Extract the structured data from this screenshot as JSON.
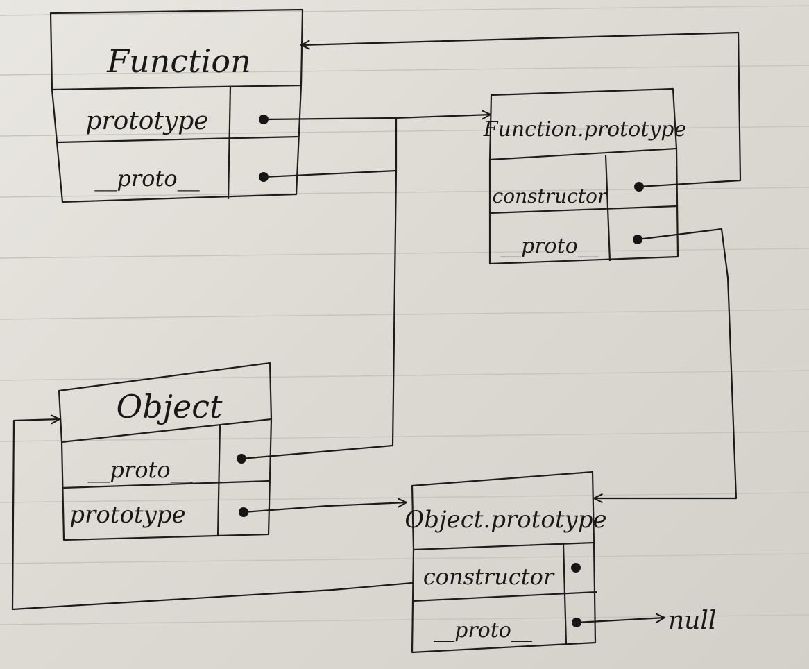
{
  "diagram": {
    "nodes": {
      "function": {
        "title": "Function",
        "rows": [
          "prototype",
          "__proto__"
        ]
      },
      "function_prototype": {
        "title": "Function.prototype",
        "rows": [
          "constructor",
          "__proto__"
        ]
      },
      "object": {
        "title": "Object",
        "rows": [
          "__proto__",
          "prototype"
        ]
      },
      "object_prototype": {
        "title": "Object.prototype",
        "rows": [
          "constructor",
          "__proto__"
        ]
      }
    },
    "terminal": "null",
    "edges": [
      {
        "from": "Function.prototype",
        "to": "Function.prototype"
      },
      {
        "from": "Function.__proto__",
        "to": "Function.prototype"
      },
      {
        "from": "Function.prototype.constructor",
        "to": "Function"
      },
      {
        "from": "Function.prototype.__proto__",
        "to": "Object.prototype"
      },
      {
        "from": "Object.__proto__",
        "to": "Function.prototype"
      },
      {
        "from": "Object.prototype",
        "to": "Object.prototype"
      },
      {
        "from": "Object.prototype.constructor",
        "to": "Object"
      },
      {
        "from": "Object.prototype.__proto__",
        "to": "null"
      }
    ]
  }
}
